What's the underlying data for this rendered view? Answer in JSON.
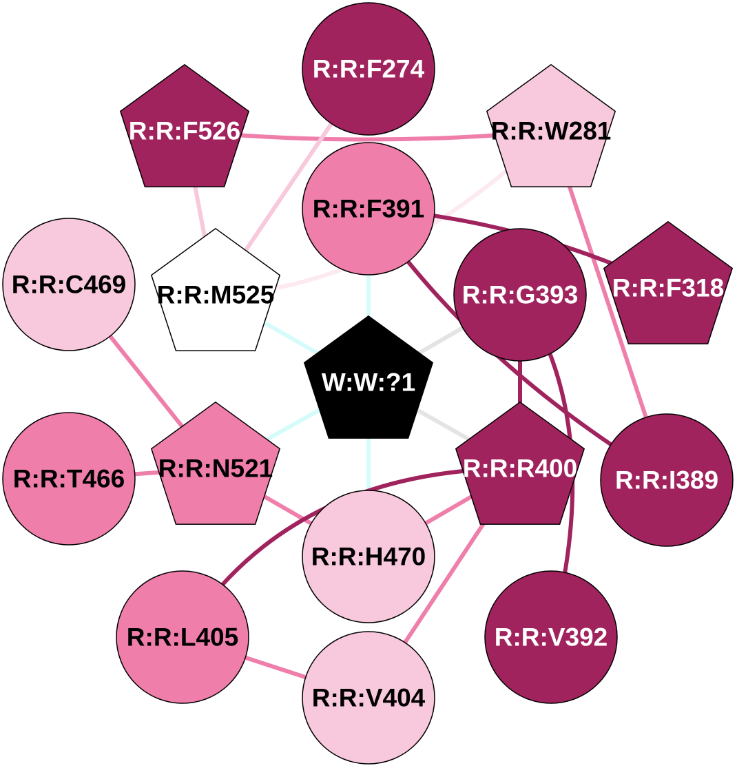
{
  "colors": {
    "dark": "#a0235e",
    "mid": "#ef7eab",
    "light": "#f8c8dc",
    "white": "#ffffff",
    "black": "#000000",
    "edge_cyan": "#d5fbfb",
    "edge_gray": "#e4e4e4",
    "edge_faint_pink": "#fde9f1"
  },
  "nodes": [
    {
      "id": "F274",
      "label": "R:R:F274",
      "shape": "circle",
      "fill": "dark",
      "text": "white"
    },
    {
      "id": "F526",
      "label": "R:R:F526",
      "shape": "pentagon",
      "fill": "dark",
      "text": "white"
    },
    {
      "id": "W281",
      "label": "R:R:W281",
      "shape": "pentagon",
      "fill": "light",
      "text": "black"
    },
    {
      "id": "F391",
      "label": "R:R:F391",
      "shape": "circle",
      "fill": "mid",
      "text": "black"
    },
    {
      "id": "C469",
      "label": "R:R:C469",
      "shape": "circle",
      "fill": "light",
      "text": "black"
    },
    {
      "id": "M525",
      "label": "R:R:M525",
      "shape": "pentagon",
      "fill": "white",
      "text": "black"
    },
    {
      "id": "G393",
      "label": "R:R:G393",
      "shape": "circle",
      "fill": "dark",
      "text": "white"
    },
    {
      "id": "F318",
      "label": "R:R:F318",
      "shape": "pentagon",
      "fill": "dark",
      "text": "white"
    },
    {
      "id": "W1",
      "label": "W:W:?1",
      "shape": "pentagon",
      "fill": "black",
      "text": "white"
    },
    {
      "id": "T466",
      "label": "R:R:T466",
      "shape": "circle",
      "fill": "mid",
      "text": "black"
    },
    {
      "id": "N521",
      "label": "R:R:N521",
      "shape": "pentagon",
      "fill": "mid",
      "text": "black"
    },
    {
      "id": "R400",
      "label": "R:R:R400",
      "shape": "pentagon",
      "fill": "dark",
      "text": "white"
    },
    {
      "id": "I389",
      "label": "R:R:I389",
      "shape": "circle",
      "fill": "dark",
      "text": "white"
    },
    {
      "id": "H470",
      "label": "R:R:H470",
      "shape": "circle",
      "fill": "light",
      "text": "black"
    },
    {
      "id": "L405",
      "label": "R:R:L405",
      "shape": "circle",
      "fill": "mid",
      "text": "black"
    },
    {
      "id": "V392",
      "label": "R:R:V392",
      "shape": "circle",
      "fill": "dark",
      "text": "white"
    },
    {
      "id": "V404",
      "label": "R:R:V404",
      "shape": "circle",
      "fill": "light",
      "text": "black"
    }
  ],
  "edges": [
    {
      "from": "F526",
      "to": "W281",
      "color": "mid"
    },
    {
      "from": "F526",
      "to": "M525",
      "color": "light"
    },
    {
      "from": "F274",
      "to": "M525",
      "color": "light"
    },
    {
      "from": "W281",
      "to": "M525",
      "color": "edge_faint_pink"
    },
    {
      "from": "W281",
      "to": "I389",
      "color": "mid"
    },
    {
      "from": "F391",
      "to": "F318",
      "color": "dark"
    },
    {
      "from": "F391",
      "to": "I389",
      "color": "dark"
    },
    {
      "from": "F391",
      "to": "W1",
      "color": "edge_cyan"
    },
    {
      "from": "M525",
      "to": "W1",
      "color": "edge_cyan"
    },
    {
      "from": "N521",
      "to": "W1",
      "color": "edge_cyan"
    },
    {
      "from": "H470",
      "to": "W1",
      "color": "edge_cyan"
    },
    {
      "from": "G393",
      "to": "W1",
      "color": "edge_gray"
    },
    {
      "from": "R400",
      "to": "W1",
      "color": "edge_gray"
    },
    {
      "from": "G393",
      "to": "R400",
      "color": "dark"
    },
    {
      "from": "G393",
      "to": "V392",
      "color": "dark"
    },
    {
      "from": "C469",
      "to": "N521",
      "color": "mid"
    },
    {
      "from": "T466",
      "to": "N521",
      "color": "mid"
    },
    {
      "from": "N521",
      "to": "H470",
      "color": "mid"
    },
    {
      "from": "R400",
      "to": "H470",
      "color": "mid"
    },
    {
      "from": "R400",
      "to": "V404",
      "color": "mid"
    },
    {
      "from": "R400",
      "to": "L405",
      "color": "dark"
    },
    {
      "from": "L405",
      "to": "V404",
      "color": "mid"
    }
  ]
}
